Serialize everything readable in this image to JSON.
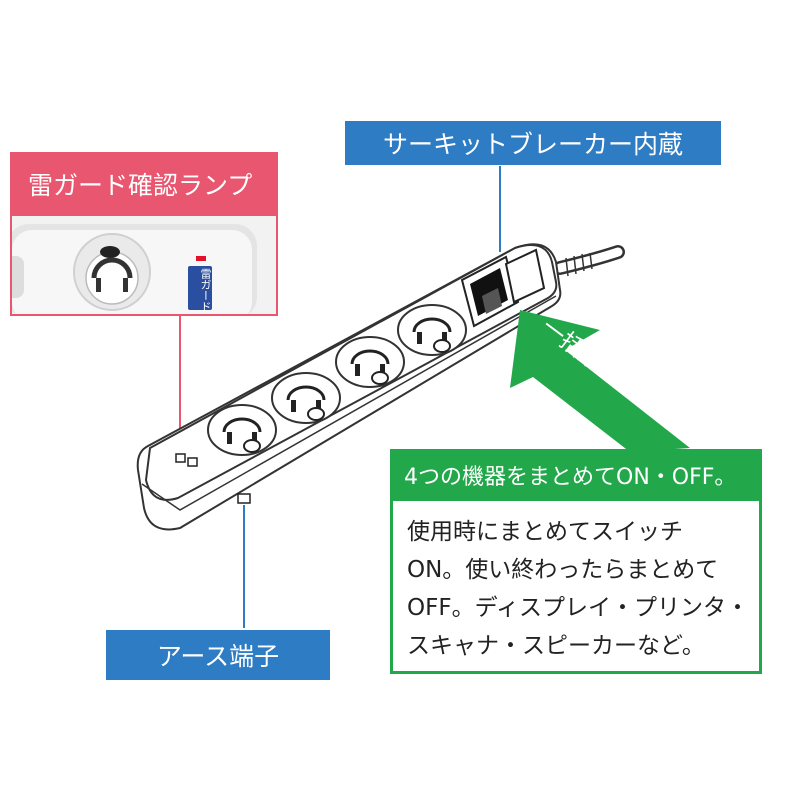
{
  "callouts": {
    "breaker": "サーキットブレーカー内蔵",
    "lamp": "雷ガード確認ランプ",
    "ground": "アース端子",
    "switch_arrow": "一括集中スイッチ"
  },
  "inset": {
    "lamp_badge": "雷ガード"
  },
  "info_box": {
    "heading": "4つの機器をまとめてON・OFF。",
    "lines": [
      "使用時にまとめてスイッチ",
      "ON。使い終わったらまとめて",
      "OFF。ディスプレイ・プリンタ・",
      "スキャナ・スピーカーなど。"
    ]
  },
  "colors": {
    "blue": "#2e7cc4",
    "pink": "#e9566f",
    "green": "#22a84a",
    "lamp_red": "#e3112a"
  }
}
